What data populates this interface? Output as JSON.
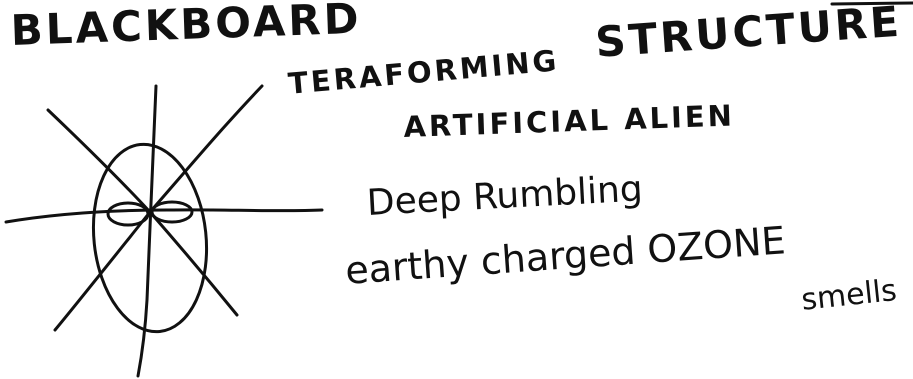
{
  "note": {
    "title": "BLACKBOARD",
    "structure": "STRUCTURE |",
    "terraforming": "TERAFORMING",
    "artificial_alien": "ARTIFICIAL ALIEN",
    "rumbling": "Deep Rumbling",
    "earthy": "earthy charged OZONE",
    "smells": "smells"
  },
  "colors": {
    "ink": "#111111",
    "paper": "#ffffff"
  }
}
